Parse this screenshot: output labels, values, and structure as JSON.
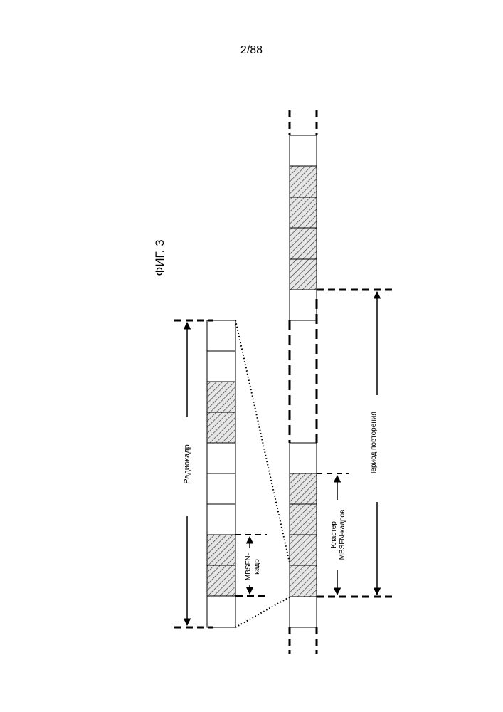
{
  "page": {
    "number": "2/88"
  },
  "figure": {
    "title": "ФИГ. 3"
  },
  "labels": {
    "radioframe": "Радиокадр",
    "mbsfn_frame_line1": "MBSFN-",
    "mbsfn_frame_line2": "кадр",
    "cluster_line1": "Кластер",
    "cluster_line2": "MBSFN-кадров",
    "repetition_period": "Период повторения"
  },
  "colors": {
    "line": "#000000",
    "hatch_background": "#e6e6e6",
    "cell_fill": "#ffffff"
  },
  "structure": {
    "radioframe_subframes": [
      "plain",
      "plain",
      "hatched",
      "hatched",
      "plain",
      "plain",
      "plain",
      "hatched",
      "hatched",
      "plain"
    ],
    "strip_segment_upper": [
      "plain",
      "hatched",
      "hatched",
      "hatched",
      "hatched",
      "plain"
    ],
    "strip_segment_lower": [
      "plain",
      "hatched",
      "hatched",
      "hatched",
      "hatched",
      "plain"
    ]
  }
}
